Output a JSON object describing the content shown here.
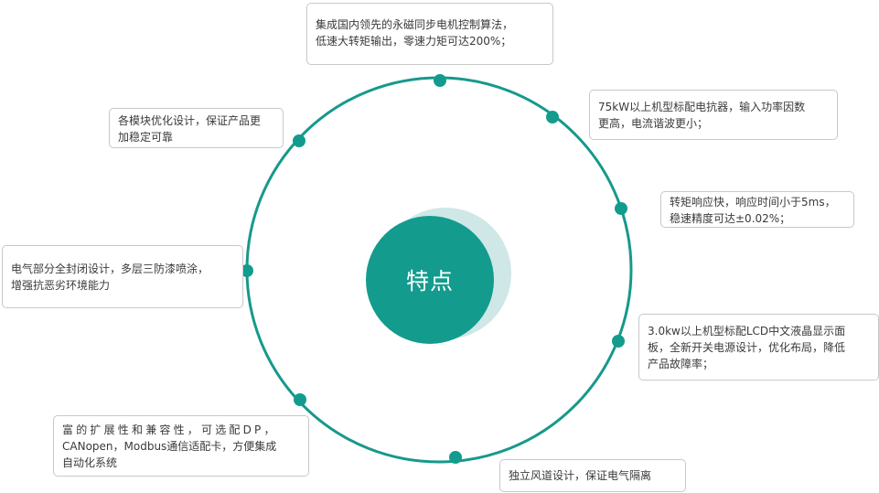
{
  "diagram": {
    "center_label": "特点",
    "colors": {
      "ring": "#16998b",
      "center_fill": "#139c8e",
      "center_shadow": "#cfe7e6",
      "node": "#139c8e",
      "box_border": "#c8c8c8"
    }
  },
  "features": {
    "top": {
      "line1": "集成国内领先的永磁同步电机控制算法，",
      "line2": "低速大转矩输出，零速力矩可达200%；"
    },
    "top_right": {
      "line1": "75kW以上机型标配电抗器，输入功率因数",
      "line2": "更高，电流谐波更小；"
    },
    "top_left": {
      "line1": "各模块优化设计，保证产品更",
      "line2": "加稳定可靠"
    },
    "right_upper": {
      "line1": "转矩响应快，响应时间小于5ms，",
      "line2": "稳速精度可达±0.02%；"
    },
    "left": {
      "line1": "电气部分全封闭设计，多层三防漆喷涂，",
      "line2": "增强抗恶劣环境能力"
    },
    "right_lower": {
      "line1": "3.0kw以上机型标配LCD中文液晶显示面",
      "line2": "板，全新开关电源设计，优化布局，降低",
      "line3": "产品故障率；"
    },
    "bottom_left": {
      "line1": "富的扩展性和兼容性，可选配DP，",
      "line2": "CANopen，Modbus通信适配卡，方便集成",
      "line3": "自动化系统"
    },
    "bottom": {
      "line1": "独立风道设计，保证电气隔离"
    }
  }
}
